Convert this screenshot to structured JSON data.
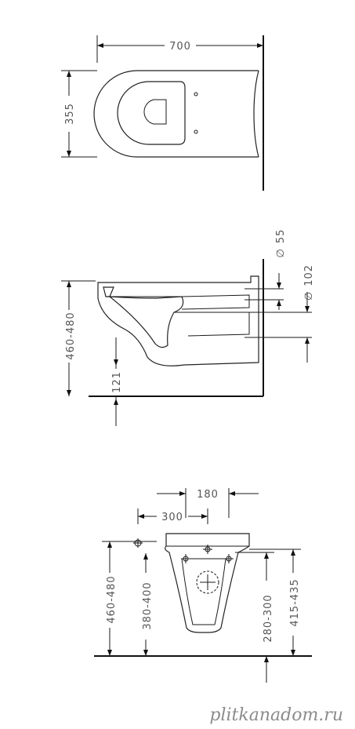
{
  "top_view": {
    "width": "700",
    "depth": "355"
  },
  "side_view": {
    "diameter_inlet": "55",
    "diameter_outlet": "102",
    "installed_height": "460-480",
    "pan_offset": "121",
    "diameter_symbol": "∅"
  },
  "front_view": {
    "bolt_spacing": "180",
    "outlet_offset": "300",
    "installed_height": "460-480",
    "inlet_height": "380-400",
    "bolt_height": "280-300",
    "top_height": "415-435"
  },
  "watermark": "plitkanadom.ru"
}
